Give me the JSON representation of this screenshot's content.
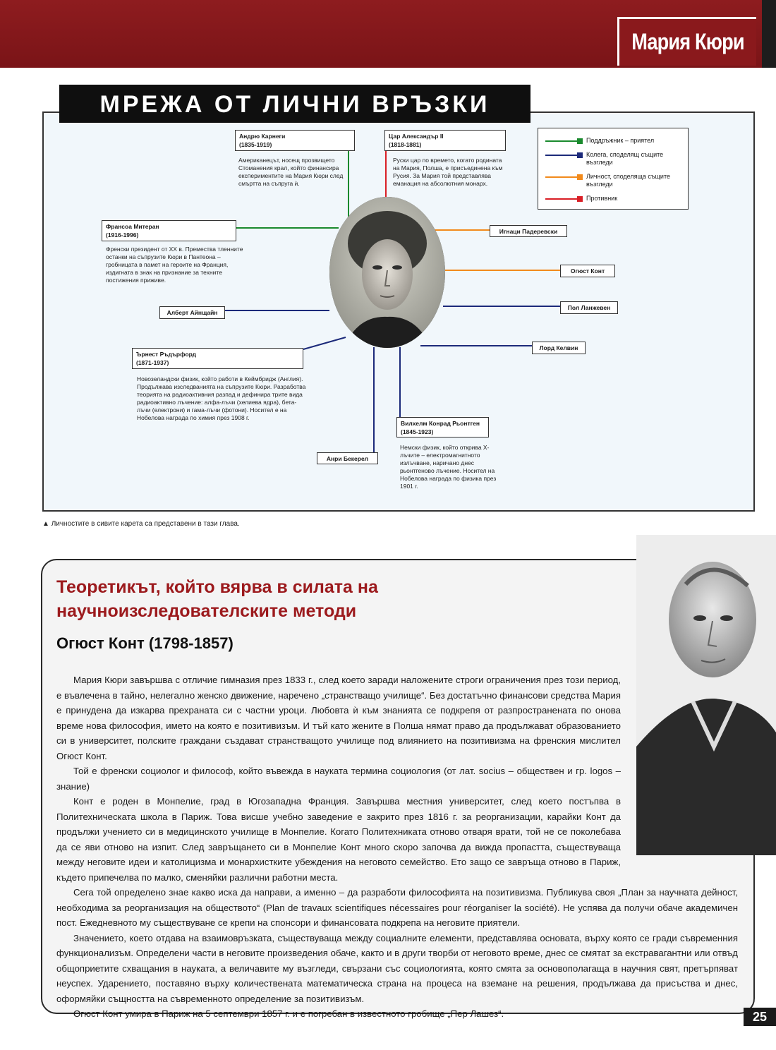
{
  "header": {
    "title": "Мария Кюри"
  },
  "network": {
    "title": "МРЕЖА ОТ ЛИЧНИ ВРЪЗКИ",
    "legend": [
      {
        "label": "Поддръжник – приятел",
        "color": "#1a8a2e"
      },
      {
        "label": "Колега, споделящ същите възгледи",
        "color": "#1c2a7a"
      },
      {
        "label": "Личност, споделяща същите възгледи",
        "color": "#f28a1c"
      },
      {
        "label": "Противник",
        "color": "#d91f26"
      }
    ],
    "carnegie": {
      "name": "Андрю Карнеги",
      "years": "(1835-1919)",
      "desc": "Американецът, носещ прозвището Стоманения крал, който финансира експериментите на Мария Кюри след смъртта на съпруга ѝ."
    },
    "alexander": {
      "name": "Цар Александър II",
      "years": "(1818-1881)",
      "desc": "Руски цар по времето, когато родината на Мария, Полша, е присъединена към Русия. За Мария той представлява еманация на абсолютния монарх."
    },
    "mitterrand": {
      "name": "Франсоа Митеран",
      "years": "(1916-1996)",
      "desc": "Френски президент от XX в. Премества тленните останки на съпрузите Кюри в Пантеона – гробницата в памет на героите на Франция, издигната в знак на признание за техните постижения приживе."
    },
    "einstein": {
      "name": "Алберт Айнщайн"
    },
    "rutherford": {
      "name": "Ърнест Ръдърфорд",
      "years": "(1871-1937)",
      "desc": "Новозеландски физик, който работи в Кеймбридж (Англия). Продължава изследванията на съпрузите Кюри. Разработва теорията на радиоактивния разпад и дефинира трите вида радиоактивно лъчение: алфа-лъчи (хелиева ядра), бета-лъчи (електрони) и гама-лъчи (фотони). Носител е на Нобелова награда по химия през 1908 г."
    },
    "becquerel": {
      "name": "Анри Бекерел"
    },
    "rontgen": {
      "name": "Вилхелм Конрад Рьонтген",
      "years": "(1845-1923)",
      "desc": "Немски физик, който открива X-лъчите – електромагнитното излъчване, наричано днес рьонтгеново лъчение. Носител на Нобелова награда по физика през 1901 г."
    },
    "paderewski": {
      "name": "Игнаци Падеревски"
    },
    "comte": {
      "name": "Огюст Конт"
    },
    "langevin": {
      "name": "Пол Ланжевен"
    },
    "kelvin": {
      "name": "Лорд Келвин"
    },
    "caption": "Личностите в сивите карета са представени в тази глава."
  },
  "article": {
    "heading": "Теоретикът, който вярва в силата на научноизследователските методи",
    "subheading": "Огюст Конт (1798-1857)",
    "paragraphs": [
      "Мария Кюри завършва с отличие гимназия през 1833 г., след което заради наложените строги ограничения през този период, е въвлечена в тайно, нелегално женско движение, наречено „странстващо училище“. Без достатъчно финансови средства Мария е принудена да изкарва прехраната си с частни уроци. Любовта ѝ към знанията се подкрепя от разпространената по онова време нова философия, името на която е позитивизъм. И тъй като жените в Полша нямат право да продължават образованието си в университет, полските граждани създават странстващото училище под влиянието на позитивизма на френския мислител Огюст Конт.",
      "Той е френски социолог и философ, който въвежда в науката термина социология (от лат. socius – обществен и гр. logos – знание)",
      "Конт е роден в Монпелие, град в Югозападна Франция. Завършва местния университет, след което постъпва в Политехническата школа в Париж. Това висше учебно заведение е закрито през 1816 г. за реорганизации, карайки Конт да продължи учението си в медицинското училище в Монпелие. Когато Политехниката отново отваря врати, той не се поколебава да се яви отново на изпит. След завръщането си в Монпелие Конт много скоро започва да вижда пропастта, съществуваща между неговите идеи и католицизма и монархистките убеждения на неговото семейство. Ето защо се завръща отново в Париж, където припечелва по малко, сменяйки различни работни места.",
      "Сега той определено знае какво иска да направи, а именно – да разработи философията на позитивизма. Публикува своя „План за научната дейност, необходима за реорганизация на обществото“ (Plan de travaux scientifiques nécessaires pour réorganiser la société). Не успява да получи обаче академичен пост. Ежедневното му съществуване се крепи на спонсори и финансовата подкрепа на неговите приятели.",
      "Значението, което отдава на взаимовръзката, съществуваща между социалните елементи, представлява основата, върху която се гради съвременния функционализъм. Определени части в неговите произведения обаче, както и в други творби от неговото време, днес се смятат за екстравагантни или отвъд общоприетите схващания в науката, а величавите му възгледи, свързани със социологията, която смята за основополагаща в научния свят, претърпяват неуспех. Ударението, поставяно върху количествената математическа страна на процеса на вземане на решения, продължава да присъства и днес, оформяйки същността на съвременното определение за позитивизъм.",
      "Огюст Конт умира в Париж на 5 септември 1857 г. и е погребан в известното гробище „Пер Лашез“."
    ]
  },
  "page_number": "25"
}
